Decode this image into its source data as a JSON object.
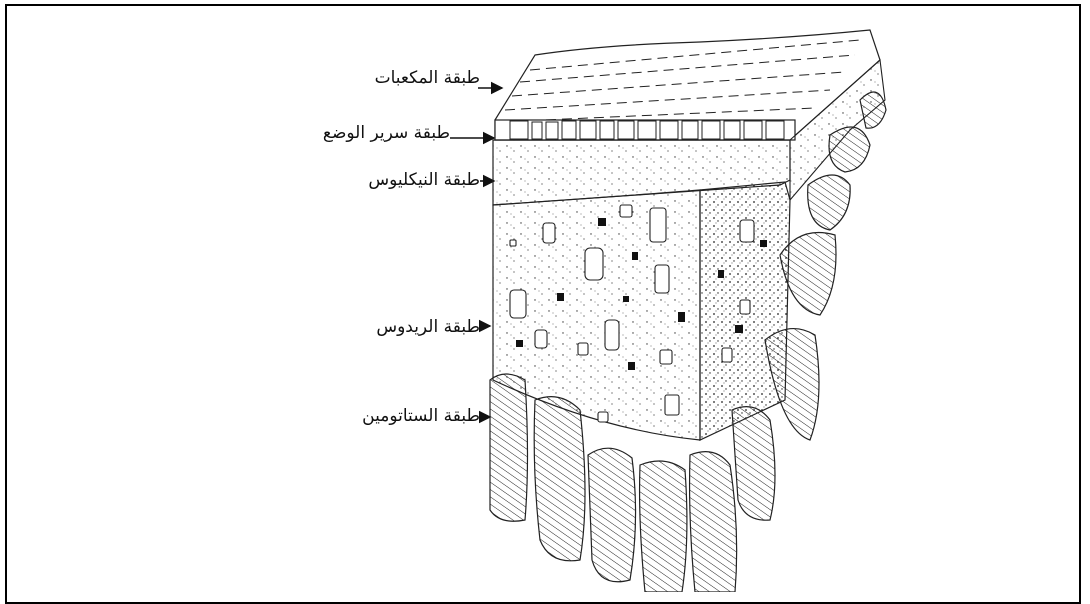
{
  "labels": {
    "cubes": "طبقة المكعبات",
    "bedding": "طبقة سرير الوضع",
    "nucleus": "طبقة النيكليوس",
    "rudus": "طبقة الريدوس",
    "statumen": "طبقة الستاتومين"
  }
}
